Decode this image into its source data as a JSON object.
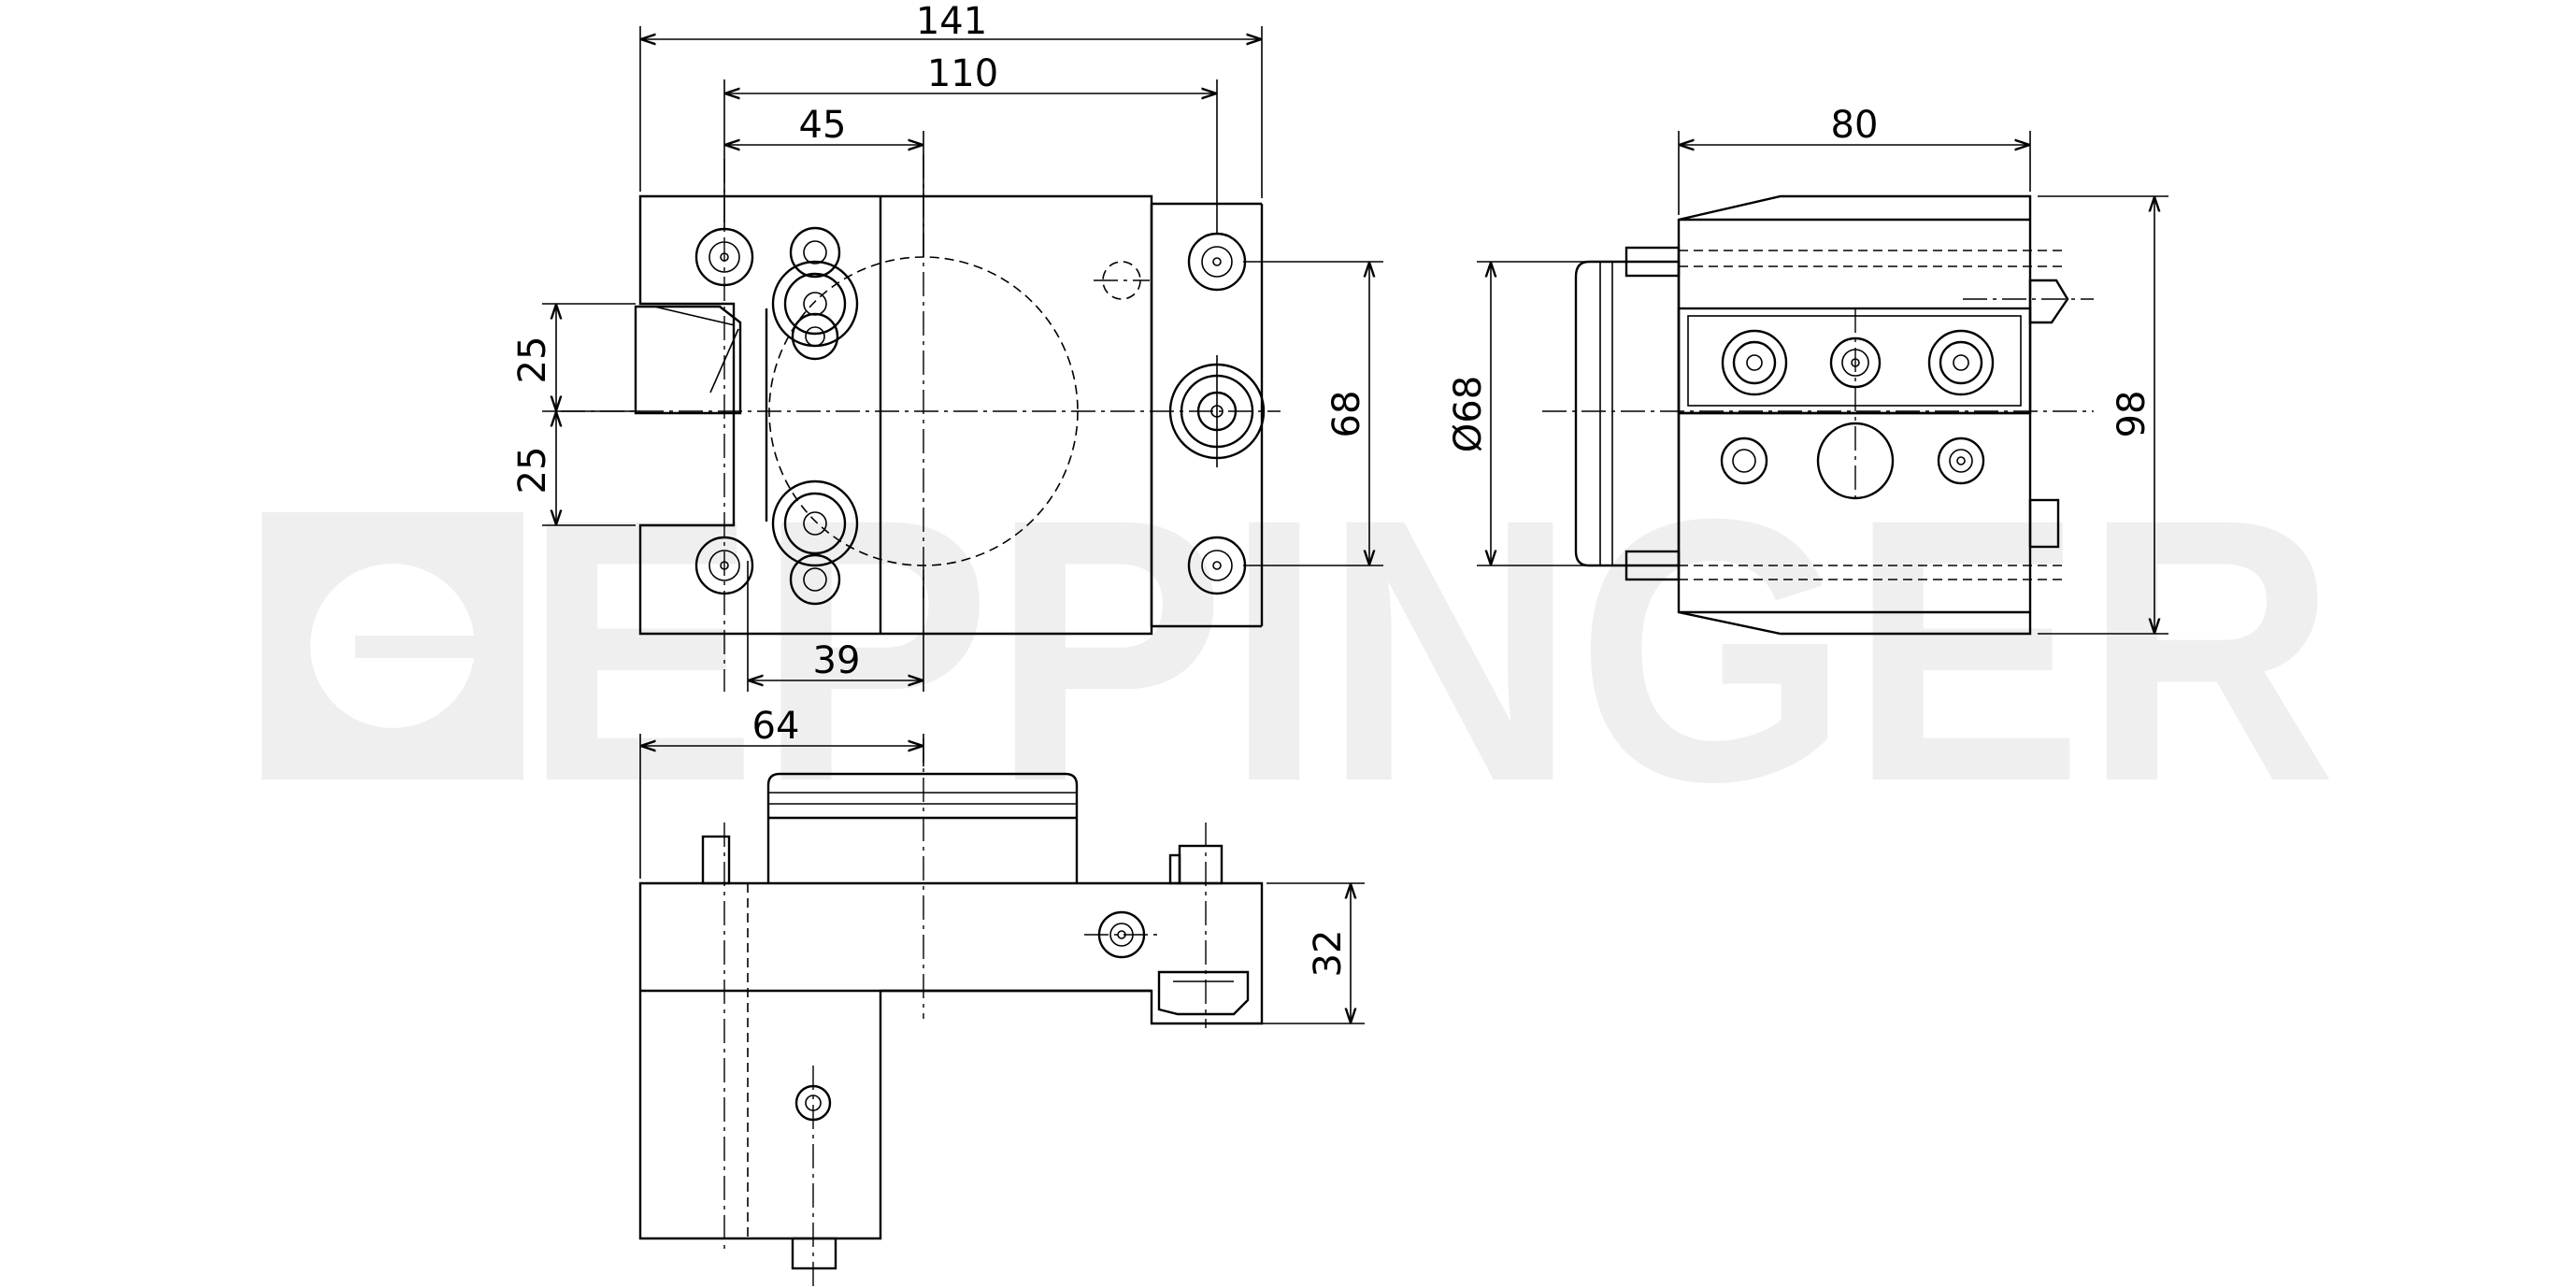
{
  "watermark": {
    "text": "EPPINGER",
    "color": "#efefef"
  },
  "dimensions": {
    "overall_width": "141",
    "bolt_spacing": "110",
    "center_offset": "45",
    "upper_offset": "25",
    "lower_offset": "25",
    "hole_spacing": "68",
    "bottom_offset": "39",
    "side_length": "80",
    "shank_diameter": "Ø68",
    "overall_height": "98",
    "front_offset": "64",
    "base_height": "32"
  },
  "colors": {
    "line": "#000000",
    "background": "#ffffff"
  }
}
